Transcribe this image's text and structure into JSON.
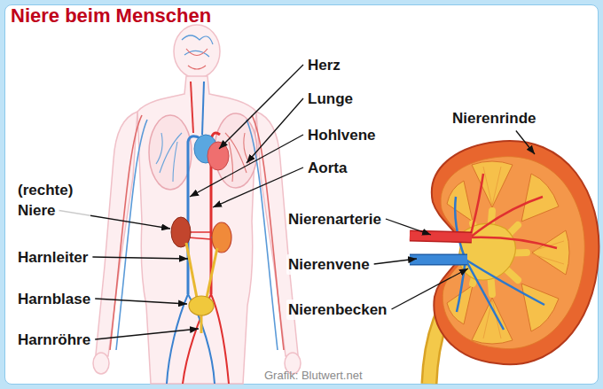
{
  "diagram": {
    "title": "Niere beim Menschen",
    "labels": [
      "Herz",
      "Lunge",
      "Hohlvene",
      "Aorta",
      "Nierenrinde",
      "(rechte) Niere",
      "Nierenarterie",
      "Harnleiter",
      "Nierenvene",
      "Nierenbecken",
      "Harnblase",
      "Harnröhre",
      "Grafik: Blutwert.net"
    ]
  }
}
